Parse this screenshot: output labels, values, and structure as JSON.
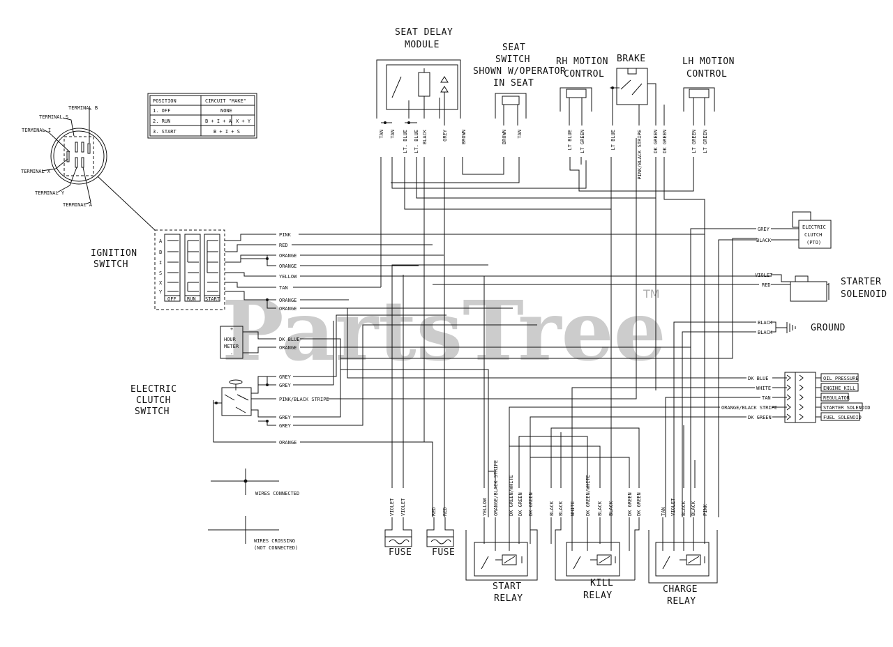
{
  "watermark": {
    "brand": "PartsTree",
    "tm": "TM"
  },
  "components": {
    "seat_delay": [
      "SEAT DELAY",
      "MODULE"
    ],
    "seat_switch": [
      "SEAT",
      "SWITCH",
      "SHOWN W/OPERATOR",
      "IN SEAT"
    ],
    "rh_motion": [
      "RH MOTION",
      "CONTROL"
    ],
    "brake": "BRAKE",
    "lh_motion": [
      "LH MOTION",
      "CONTROL"
    ],
    "ignition": [
      "IGNITION",
      "SWITCH"
    ],
    "electric_clutch_switch": [
      "ELECTRIC",
      "CLUTCH",
      "SWITCH"
    ],
    "electric_clutch": [
      "ELECTRIC",
      "CLUTCH",
      "(PTO)"
    ],
    "starter_solenoid": [
      "STARTER",
      "SOLENOID"
    ],
    "ground": "GROUND",
    "hour_meter": [
      "HOUR",
      "METER"
    ],
    "hour_plus": "+",
    "hour_minus": "-",
    "fuse": "FUSE",
    "start_relay": [
      "START",
      "RELAY"
    ],
    "kill_relay": [
      "KILL",
      "RELAY"
    ],
    "charge_relay": [
      "CHARGE",
      "RELAY"
    ]
  },
  "terminals": {
    "b": "TERMINAL B",
    "s": "TERMINAL S",
    "i": "TERMINAL I",
    "x": "TERMINAL X",
    "y": "TERMINAL Y",
    "a": "TERMINAL A"
  },
  "position_table": {
    "header": [
      "POSITION",
      "CIRCUIT \"MAKE\""
    ],
    "rows": [
      [
        "1. OFF",
        "NONE",
        ""
      ],
      [
        "2. RUN",
        "B + I + A",
        "X + Y"
      ],
      [
        "3. START",
        "B + I + S",
        ""
      ]
    ]
  },
  "ignition_letters": [
    "A",
    "B",
    "I",
    "S",
    "X",
    "Y"
  ],
  "ignition_positions": [
    "OFF",
    "RUN",
    "START"
  ],
  "ignition_wires": [
    "PINK",
    "RED",
    "ORANGE",
    "ORANGE",
    "YELLOW",
    "TAN",
    "ORANGE",
    "ORANGE"
  ],
  "hour_wires": [
    "DK BLUE",
    "ORANGE"
  ],
  "clutch_wires": [
    "GREY",
    "GREY",
    "PINK/BLACK STRIPE",
    "GREY",
    "GREY",
    "ORANGE"
  ],
  "top_wires": {
    "delay": [
      "TAN",
      "TAN",
      "LT. BLUE",
      "LT. BLUE",
      "BLACK",
      "GREY",
      "BROWN"
    ],
    "seat": [
      "BROWN",
      "TAN"
    ],
    "rh": [
      "LT BLUE",
      "LT GREEN"
    ],
    "brake": [
      "LT BLUE",
      "PINK/BLACK STRIPE",
      "DK GREEN",
      "DK GREEN"
    ],
    "lh": [
      "LT GREEN",
      "LT GREEN"
    ]
  },
  "right_wires": {
    "clutch": [
      "GREY",
      "BLACK"
    ],
    "starter": [
      "VIOLET",
      "RED"
    ],
    "ground": [
      "BLACK",
      "BLACK"
    ],
    "connector": [
      "DK BLUE",
      "WHITE",
      "TAN",
      "ORANGE/BLACK STRIPE",
      "DK GREEN"
    ]
  },
  "connector_labels": [
    "OIL PRESSURE",
    "ENGINE KILL",
    "REGULATOR",
    "STARTER SOLENOID",
    "FUEL SOLENOID"
  ],
  "bottom_wires": {
    "fuse1": [
      "VIOLET",
      "VIOLET"
    ],
    "fuse2": [
      "RED",
      "RED"
    ],
    "start": [
      "YELLOW",
      "ORANGE/BLACK STRIPE",
      "DK GREEN/WHITE",
      "DK GREEN",
      "DK GREEN"
    ],
    "kill": [
      "BLACK",
      "BLACK",
      "WHITE",
      "DK GREEN/WHITE",
      "BLACK",
      "BLACK",
      "DK GREEN",
      "DK GREEN"
    ],
    "charge": [
      "TAN",
      "VIOLET",
      "BLACK",
      "BLACK",
      "PINK"
    ]
  },
  "legend": {
    "connected": "WIRES CONNECTED",
    "crossing": [
      "WIRES CROSSING",
      "(NOT CONNECTED)"
    ]
  }
}
